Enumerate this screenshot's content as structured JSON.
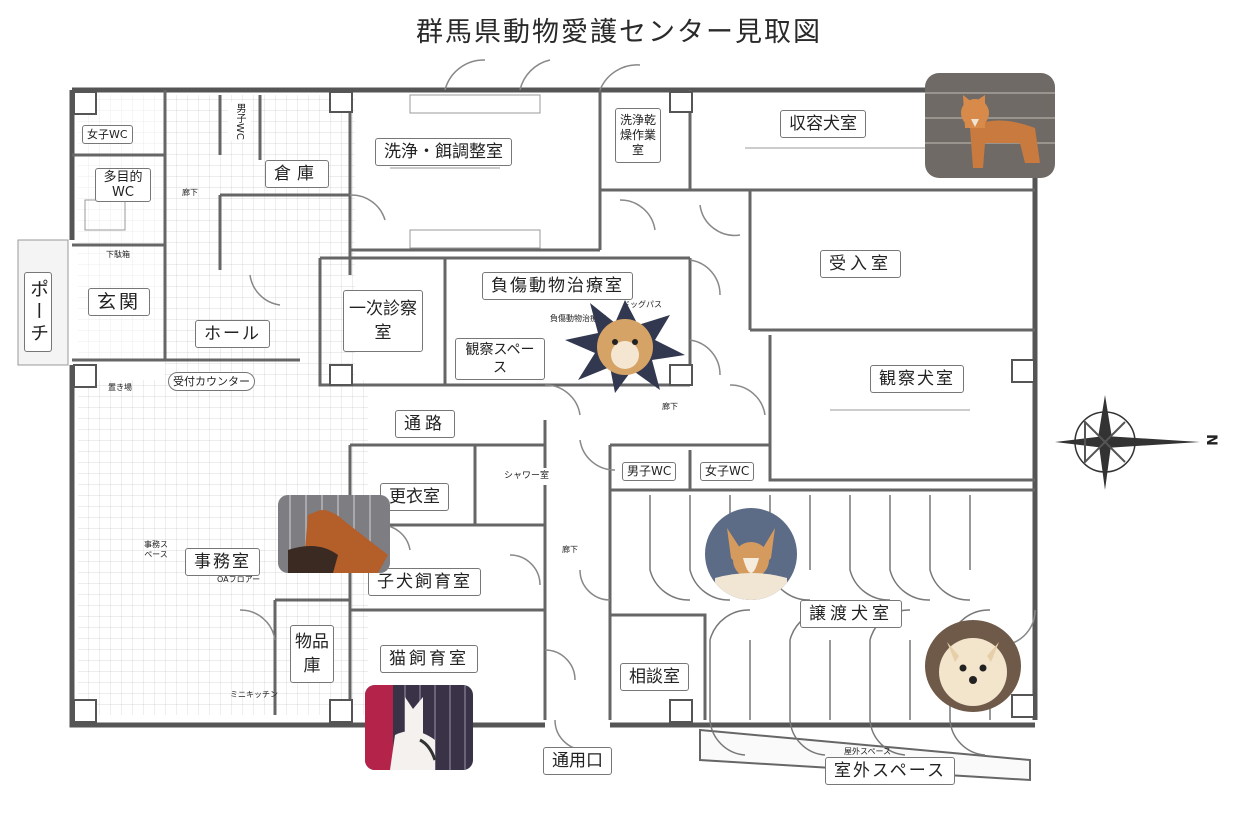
{
  "title": "群馬県動物愛護センター見取図",
  "rooms": {
    "shuyo": "収容犬室",
    "senjo_esa": "洗浄・餌調整室",
    "senjo_kanso": "洗浄乾燥作業室",
    "soko": "倉庫",
    "judo": "受入室",
    "fusho": "負傷動物治療室",
    "ichiji": "一次診察室",
    "kansatsu_space": "観察スペース",
    "kansatsu_ken": "観察犬室",
    "genkan": "玄関",
    "hall": "ホール",
    "porch": "ポーチ",
    "tamokuteki": "多目的WC",
    "joshi_wc_top": "女子WC",
    "danshi_wc_top": "男子WC",
    "uketsuke": "受付カウンター",
    "tsuro": "通路",
    "koui": "更衣室",
    "shower": "シャワー室",
    "jimu": "事務室",
    "koinu": "子犬飼育室",
    "neko": "猫飼育室",
    "buppin": "物品庫",
    "danshi_wc": "男子WC",
    "joshi_wc": "女子WC",
    "joto": "譲渡犬室",
    "sodan": "相談室",
    "tsuyo": "通用口",
    "okugai": "室外スペース"
  },
  "notes": {
    "roka1": "廊下",
    "roka2": "廊下",
    "roka3": "廊下",
    "dogpass": "ドッグパス",
    "fusho_small": "負傷動物治療室",
    "okugai_small": "屋外スペース",
    "shikkyo": "下駄箱",
    "okiba": "置き場",
    "oa": "OAフロアー",
    "minikitchen": "ミニキッチン",
    "jimu_space": "事務スペース",
    "north": "N"
  }
}
